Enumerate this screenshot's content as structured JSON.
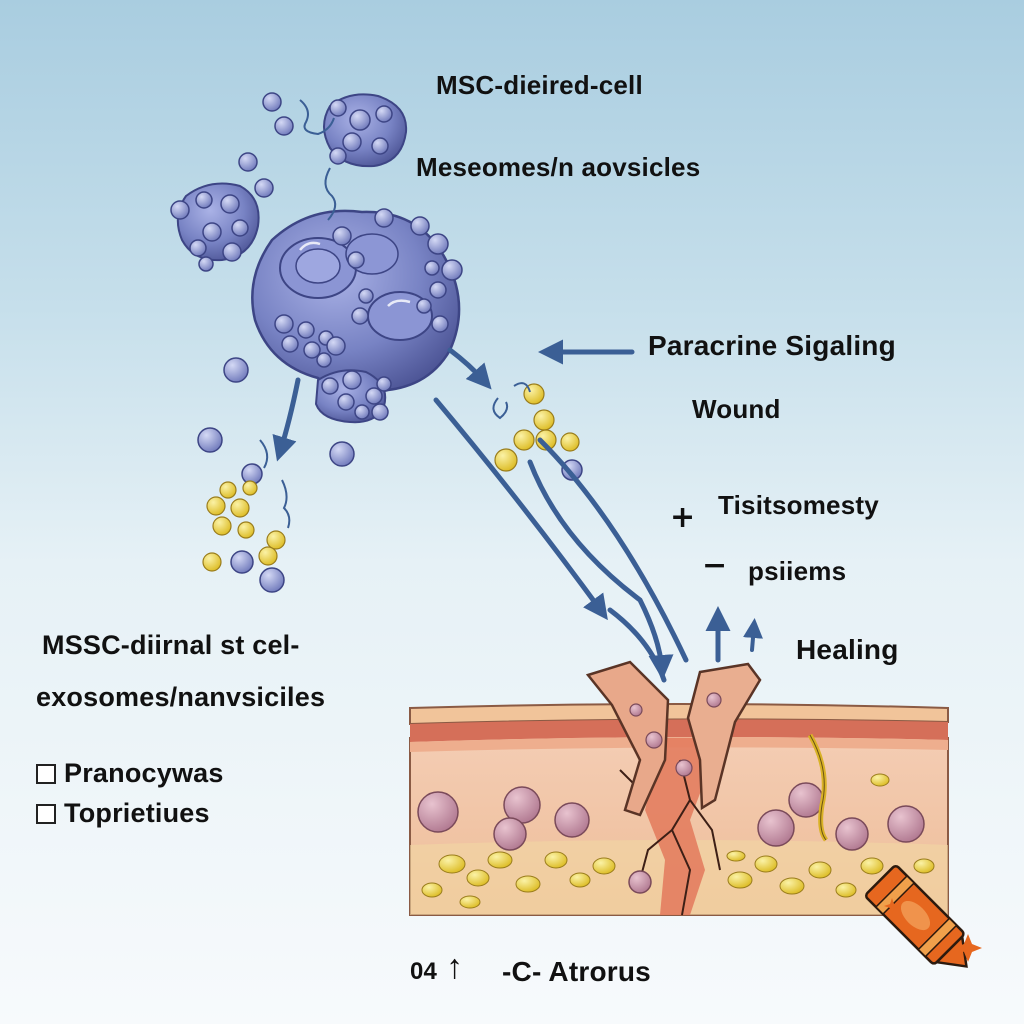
{
  "labels": {
    "top_title": "MSC-dieired-cell",
    "top_subtitle": "Meseomes/n aovsicles",
    "paracrine": "Paracrine Sigaling",
    "wound": "Wound",
    "tissue": "Tisitsomesty",
    "psiiems": "psiiems",
    "healing": "Healing",
    "left_line1": "MSSC-diirnal st cel-",
    "left_line2": "exosomes/nanvsiciles",
    "bottom_value": "04",
    "bottom_label": "-C- Atrorus"
  },
  "legend": [
    {
      "label": "Pranocywas"
    },
    {
      "label": "Toprietiues"
    }
  ],
  "symbols": {
    "plus": "+",
    "minus": "−",
    "up_arrow": "↑"
  },
  "colors": {
    "cell": "#7b86c6",
    "cell_dark": "#4d5596",
    "vesicle": "#9aa3d8",
    "yellow_vesicle": "#ecd34a",
    "arrow": "#3b5f95",
    "skin_top": "#e9b695",
    "skin_red": "#d3705b",
    "dermis": "#f1c3a6",
    "crayon": "#e6671f"
  }
}
